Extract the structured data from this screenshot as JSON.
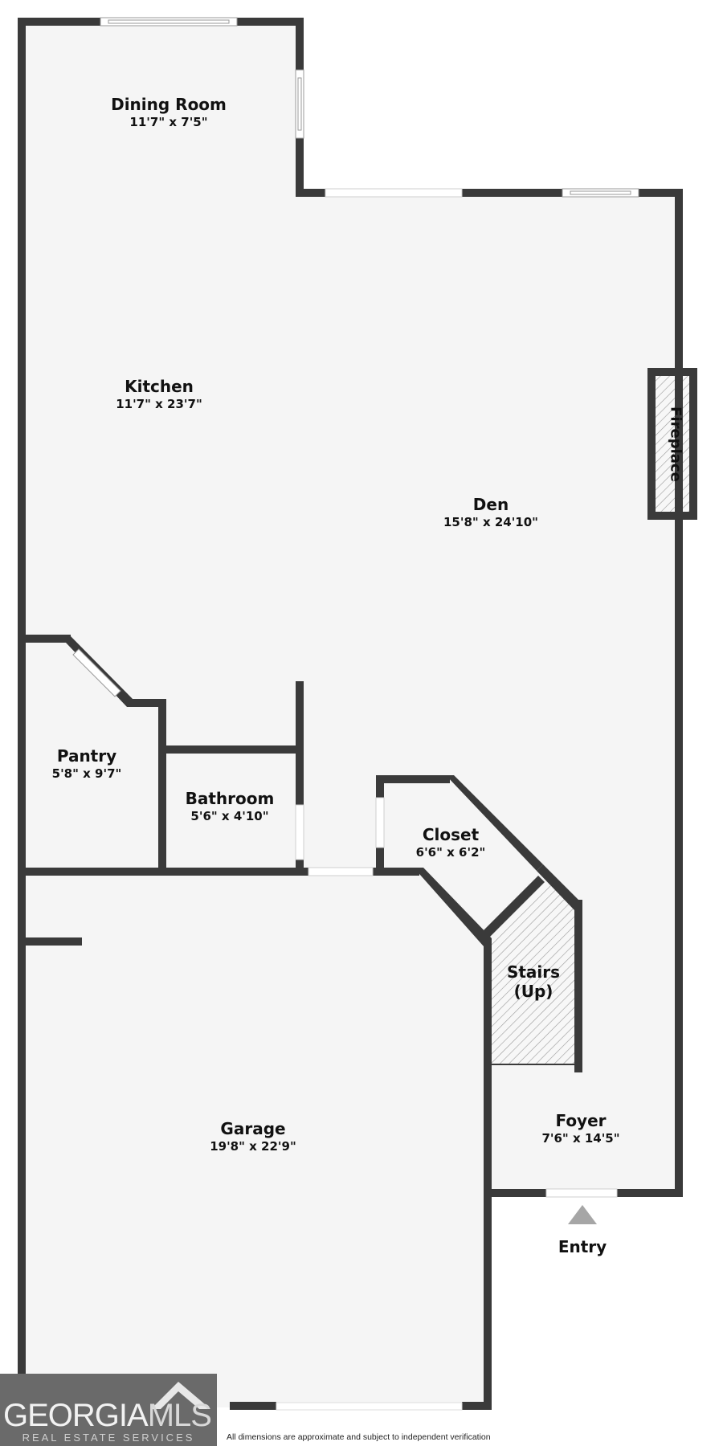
{
  "floorplan": {
    "colors": {
      "floor": "#f5f5f5",
      "wall": "#3a3a3a",
      "hatch": "#9a9a9a",
      "window": "#ffffff",
      "entry_arrow": "#a6a6a6",
      "logo_bg": "#6a6a6a"
    },
    "rooms": [
      {
        "id": "dining",
        "name": "Dining Room",
        "dimensions": "11'7\" x 7'5\""
      },
      {
        "id": "kitchen",
        "name": "Kitchen",
        "dimensions": "11'7\" x 23'7\""
      },
      {
        "id": "den",
        "name": "Den",
        "dimensions": "15'8\" x 24'10\""
      },
      {
        "id": "pantry",
        "name": "Pantry",
        "dimensions": "5'8\" x 9'7\""
      },
      {
        "id": "bathroom",
        "name": "Bathroom",
        "dimensions": "5'6\" x 4'10\""
      },
      {
        "id": "closet",
        "name": "Closet",
        "dimensions": "6'6\" x 6'2\""
      },
      {
        "id": "garage",
        "name": "Garage",
        "dimensions": "19'8\" x 22'9\""
      },
      {
        "id": "foyer",
        "name": "Foyer",
        "dimensions": "7'6\" x 14'5\""
      }
    ],
    "features": {
      "fireplace": "Fireplace",
      "stairs_line1": "Stairs",
      "stairs_line2": "(Up)",
      "entry": "Entry"
    }
  },
  "branding": {
    "logo_main_a": "GEORGIA",
    "logo_main_b": "MLS",
    "logo_sub": "REAL ESTATE SERVICES"
  },
  "footer": {
    "disclaimer": "All dimensions are approximate and subject to independent verification"
  }
}
